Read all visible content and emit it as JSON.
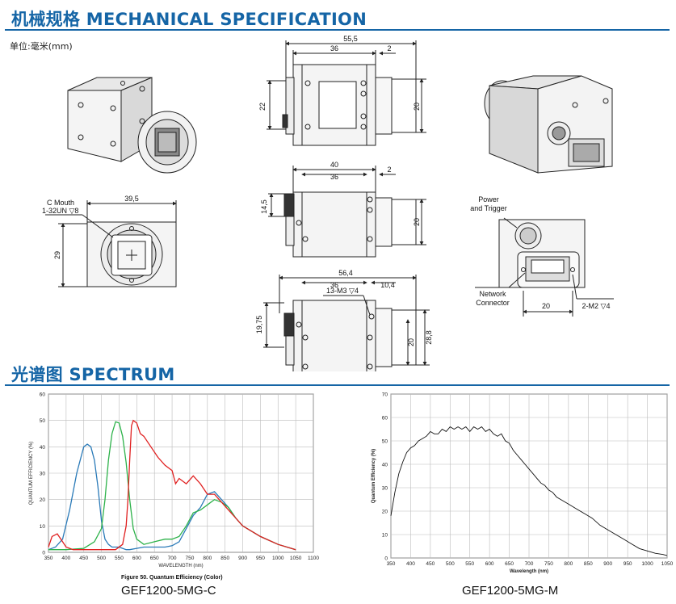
{
  "mechanical": {
    "title": "机械规格 MECHANICAL SPECIFICATION",
    "unit": "单位:毫米(mm)",
    "dims": {
      "top_w_total": "55,5",
      "top_w_body": "36",
      "top_w_flange": "2",
      "top_h_left": "22",
      "top_h_right": "20",
      "mid_w_total": "40",
      "mid_w_body": "36",
      "mid_w_flange": "2",
      "mid_h_left": "14,5",
      "mid_h_right": "20",
      "bot_w_total": "56,4",
      "bot_w_body": "36",
      "bot_w_lens": "10,4",
      "bot_screw": "13-M3 ▽4",
      "bot_h_left": "19,75",
      "bot_h_right1": "20",
      "bot_h_right2": "28,8",
      "front_w": "39,5",
      "front_h": "29",
      "front_label1": "C Mouth",
      "front_label2": "1-32UN ▽8",
      "rear_power1": "Power",
      "rear_power2": "and Trigger",
      "rear_net1": "Network",
      "rear_net2": "Connector",
      "rear_w": "20",
      "rear_screw": "2-M2 ▽4"
    }
  },
  "spectrum": {
    "title": "光谱图   SPECTRUM",
    "caption_color": "GEF1200-5MG-C",
    "caption_mono": "GEF1200-5MG-M",
    "figure_caption": "Figure 50. Quantum Efficiency (Color)"
  },
  "chart_data": [
    {
      "type": "line",
      "xlabel": "WAVELENGTH (nm)",
      "ylabel": "QUANTUM EFFICIENCY (%)",
      "xlim": [
        350,
        1100
      ],
      "ylim": [
        0,
        60
      ],
      "xticks": [
        "350",
        "400",
        "450",
        "500",
        "550",
        "600",
        "650",
        "700",
        "750",
        "800",
        "850",
        "900",
        "950",
        "1000",
        "1050",
        "1100"
      ],
      "yticks": [
        "0",
        "10",
        "20",
        "30",
        "40",
        "50",
        "60"
      ],
      "grid": true,
      "colors": {
        "blue": "#2a7ab8",
        "green": "#2db24a",
        "red": "#e02020"
      },
      "series": [
        {
          "color": "blue",
          "x": [
            350,
            370,
            390,
            410,
            430,
            450,
            460,
            470,
            480,
            490,
            500,
            510,
            520,
            530,
            540,
            550,
            560,
            570,
            580,
            600,
            620,
            650,
            680,
            700,
            720,
            740,
            760,
            780,
            800,
            820,
            840,
            860,
            880,
            900,
            950,
            1000,
            1050
          ],
          "values": [
            1,
            2,
            5,
            16,
            30,
            40,
            41,
            40,
            35,
            25,
            12,
            5,
            3,
            2,
            2,
            2,
            1.5,
            1,
            1,
            1.5,
            2,
            2,
            2,
            2.5,
            4,
            9,
            14,
            17,
            22,
            23,
            20,
            17,
            13,
            10,
            6,
            3,
            1
          ]
        },
        {
          "color": "green",
          "x": [
            350,
            400,
            450,
            480,
            500,
            510,
            520,
            530,
            540,
            550,
            560,
            570,
            580,
            590,
            600,
            620,
            650,
            680,
            700,
            720,
            740,
            760,
            780,
            800,
            820,
            840,
            860,
            880,
            900,
            950,
            1000,
            1050
          ],
          "values": [
            1,
            1,
            1.5,
            4,
            9,
            20,
            35,
            45,
            49.5,
            49,
            44,
            34,
            20,
            9,
            5,
            3,
            4,
            5,
            5,
            6,
            10,
            15,
            16,
            18,
            20,
            19,
            17,
            13,
            10,
            6,
            3,
            1
          ]
        },
        {
          "color": "red",
          "x": [
            350,
            360,
            375,
            390,
            400,
            420,
            450,
            500,
            540,
            560,
            570,
            575,
            580,
            585,
            590,
            600,
            610,
            620,
            640,
            660,
            680,
            700,
            710,
            720,
            740,
            760,
            780,
            800,
            820,
            840,
            860,
            880,
            900,
            950,
            1000,
            1050
          ],
          "values": [
            2,
            6,
            7,
            4,
            2,
            1,
            1,
            1,
            1,
            3,
            10,
            20,
            35,
            48,
            50,
            49,
            45,
            44,
            40,
            36,
            33,
            31,
            26,
            28,
            26,
            29,
            26,
            22,
            22,
            19,
            16,
            13,
            10,
            6,
            3,
            1
          ]
        }
      ]
    },
    {
      "type": "line",
      "xlabel": "Wavelength (nm)",
      "ylabel": "Quantum Efficiency (%)",
      "xlim": [
        350,
        1050
      ],
      "ylim": [
        0,
        70
      ],
      "xticks": [
        "350",
        "400",
        "450",
        "500",
        "550",
        "600",
        "650",
        "700",
        "750",
        "800",
        "850",
        "900",
        "950",
        "1000",
        "1050"
      ],
      "yticks": [
        "0",
        "10",
        "20",
        "30",
        "40",
        "50",
        "60",
        "70"
      ],
      "grid": true,
      "series": [
        {
          "x": [
            350,
            360,
            370,
            380,
            390,
            400,
            410,
            420,
            430,
            440,
            450,
            460,
            470,
            480,
            490,
            500,
            510,
            520,
            530,
            540,
            550,
            560,
            570,
            580,
            590,
            600,
            610,
            620,
            630,
            640,
            650,
            660,
            670,
            680,
            690,
            700,
            710,
            720,
            730,
            740,
            750,
            760,
            770,
            780,
            790,
            800,
            820,
            840,
            860,
            880,
            900,
            920,
            940,
            960,
            980,
            1000,
            1020,
            1040,
            1050
          ],
          "values": [
            18,
            28,
            36,
            41,
            45,
            47,
            48,
            50,
            51,
            52,
            54,
            53,
            53,
            55,
            54,
            56,
            55,
            56,
            55,
            56,
            54,
            56,
            55,
            56,
            54,
            55,
            53,
            52,
            53,
            50,
            49,
            46,
            44,
            42,
            40,
            38,
            36,
            34,
            32,
            31,
            29,
            28,
            26,
            25,
            24,
            23,
            21,
            19,
            17,
            14,
            12,
            10,
            8,
            6,
            4,
            3,
            2,
            1.5,
            1
          ]
        }
      ]
    }
  ]
}
